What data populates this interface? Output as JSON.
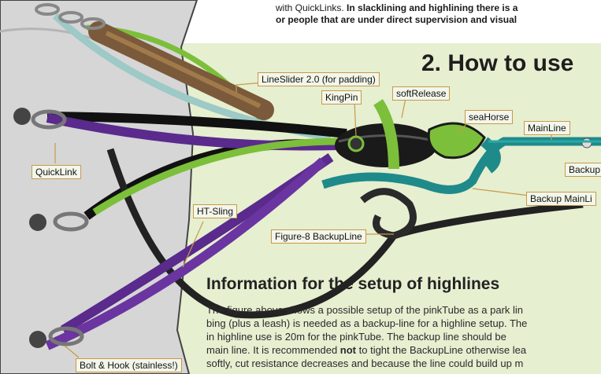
{
  "header_text": {
    "line1_pre": "with QuickLinks. ",
    "line1_bold": "In slacklining and highlining there is a",
    "line2_bold": "or people that are under direct supervision and visual"
  },
  "section_title": "2. How to use",
  "labels": {
    "lineslider": "LineSlider 2.0 (for padding)",
    "kingpin": "KingPin",
    "softrelease": "softRelease",
    "seahorse": "seaHorse",
    "mainline": "MainLine",
    "backup_short": "Backup",
    "backup_mainline": "Backup MainLi",
    "quicklink": "QuickLink",
    "ht_sling": "HT-Sling",
    "figure8": "Figure-8 BackupLine",
    "bolt_hook": "Bolt & Hook (stainless!)"
  },
  "info": {
    "title": "Information for the setup of highlines",
    "lines": [
      "The figure above shows a possible setup of the pinkTube as a park lin",
      "bing (plus a leash) is needed as a backup-line for a highline setup. The",
      "in highline use is 20m for the pinkTube.  The backup line should be ",
      "main line. It is recommended ",
      "not",
      " to tight the BackupLine otherwise lea",
      "softly, cut resistance decreases and because the line could build up m"
    ]
  },
  "colors": {
    "panel_bg": "#e6efd0",
    "rock": "#d4d4d4",
    "purple": "#5a2a8c",
    "green": "#7cbf3a",
    "teal": "#1f8a8a",
    "black_webbing": "#1a1a1a",
    "padding_brown": "#7a5a3a"
  }
}
